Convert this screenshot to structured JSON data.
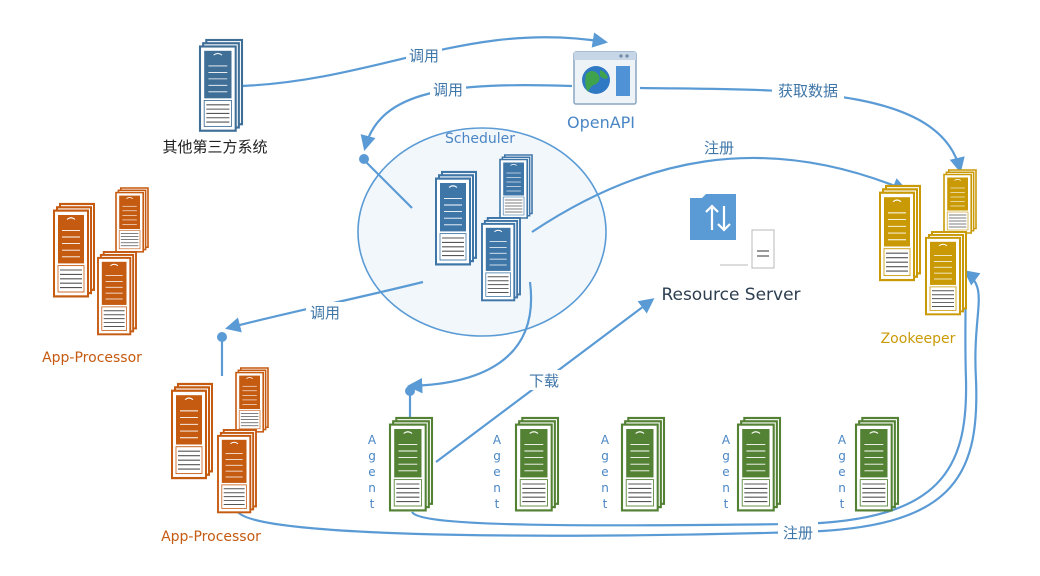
{
  "nodes": {
    "third_party": "其他第三方系统",
    "openapi": "OpenAPI",
    "scheduler": "Scheduler",
    "resource_server": "Resource Server",
    "zookeeper": "Zookeeper",
    "app_processor_top": "App-Processor",
    "app_processor_bottom": "App-Processor",
    "agent": "Agent"
  },
  "edges": {
    "call_top": "调用",
    "call_openapi": "调用",
    "fetch_data": "获取数据",
    "register_top": "注册",
    "call_app": "调用",
    "download": "下载",
    "register_bottom": "注册"
  },
  "colors": {
    "blue": "#3f76a8",
    "arrow": "#5b9bd5",
    "orange": "#c55a11",
    "gold": "#c99a06",
    "green": "#548235",
    "text_blue": "#4a86c5"
  }
}
